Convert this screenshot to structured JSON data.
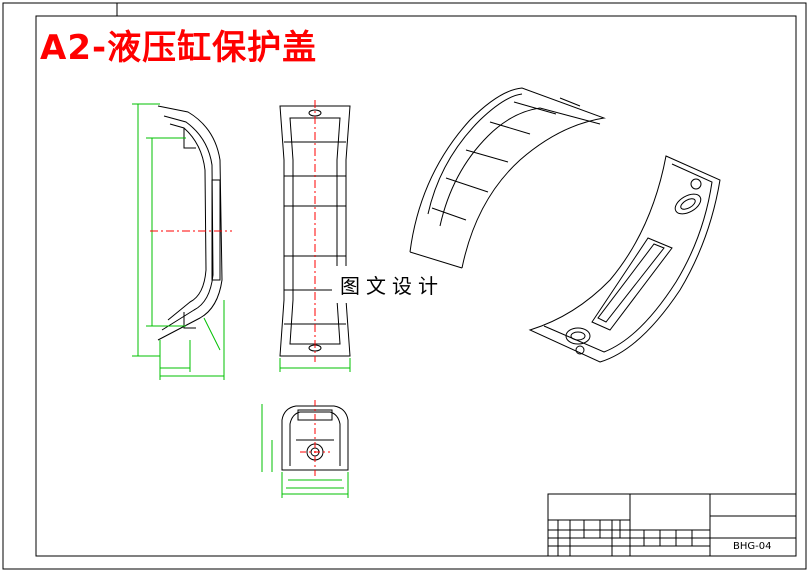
{
  "sheet": {
    "title": "A2-液压缸保护盖",
    "watermark": "图文设计"
  },
  "title_block": {
    "drawing_number": "BHG-04"
  },
  "colors": {
    "title": "#ff0000",
    "dimension": "#00c000",
    "center_line": "#ff0000",
    "outline": "#000000"
  }
}
